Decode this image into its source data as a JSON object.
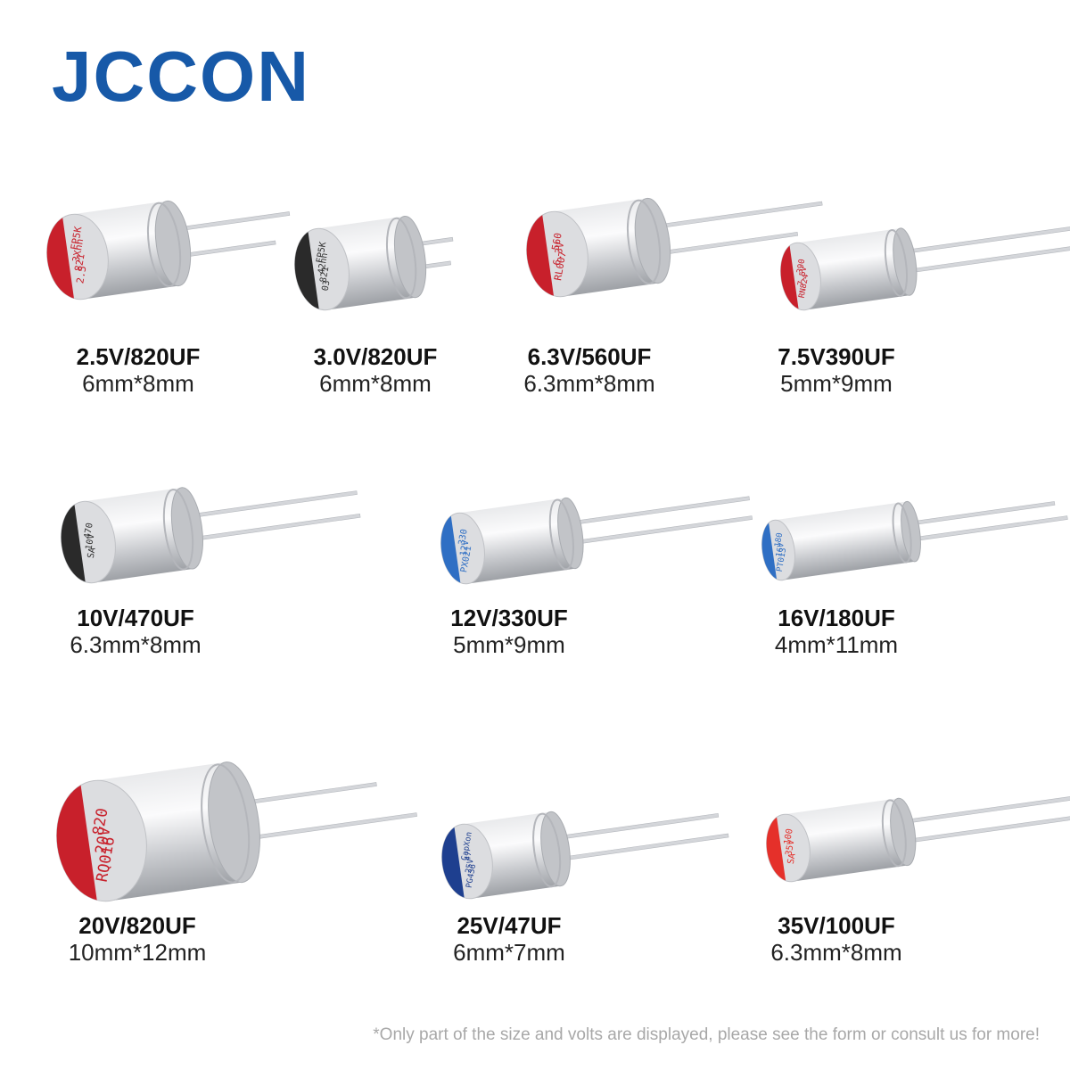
{
  "brand": {
    "name": "JCCON",
    "color": "#1759a8"
  },
  "products": [
    {
      "rating": "2.5V/820UF",
      "size": "6mm*8mm",
      "sleeve_color": "#c8202b",
      "marking": [
        "FP5K",
        "3Xhh",
        "821",
        "2.5"
      ]
    },
    {
      "rating": "3.0V/820UF",
      "size": "6mm*8mm",
      "sleeve_color": "#2a2a2a",
      "marking": [
        "FP5K",
        "42hh",
        "821",
        "03"
      ]
    },
    {
      "rating": "6.3V/560UF",
      "size": "6.3mm*8mm",
      "sleeve_color": "#c8202b",
      "marking": [
        "560",
        "6.3V",
        "RL007"
      ]
    },
    {
      "rating": "7.5V390UF",
      "size": "5mm*9mm",
      "sleeve_color": "#c8202b",
      "marking": [
        "390",
        "7.5V",
        "RN824"
      ]
    },
    {
      "rating": "10V/470UF",
      "size": "6.3mm*8mm",
      "sleeve_color": "#2a2a2a",
      "marking": [
        "470",
        "10V",
        "SA"
      ]
    },
    {
      "rating": "12V/330UF",
      "size": "5mm*9mm",
      "sleeve_color": "#2f6fc4",
      "marking": [
        "330",
        "12V",
        "PX021"
      ]
    },
    {
      "rating": "16V/180UF",
      "size": "4mm*11mm",
      "sleeve_color": "#2f6fc4",
      "marking": [
        "180",
        "16V",
        "PT013"
      ]
    },
    {
      "rating": "20V/820UF",
      "size": "10mm*12mm",
      "sleeve_color": "#c8202b",
      "marking": [
        "820",
        "20V",
        "RQ016"
      ]
    },
    {
      "rating": "25V/47UF",
      "size": "6mm*7mm",
      "sleeve_color": "#1e3f8f",
      "marking": [
        "CapXon",
        "47",
        "25V",
        "PG436"
      ]
    },
    {
      "rating": "35V/100UF",
      "size": "6.3mm*8mm",
      "sleeve_color": "#e5302a",
      "marking": [
        "100",
        "35V",
        "SA"
      ]
    }
  ],
  "footnote": "*Only part of the size and volts are displayed, please see the form or consult us for more!"
}
